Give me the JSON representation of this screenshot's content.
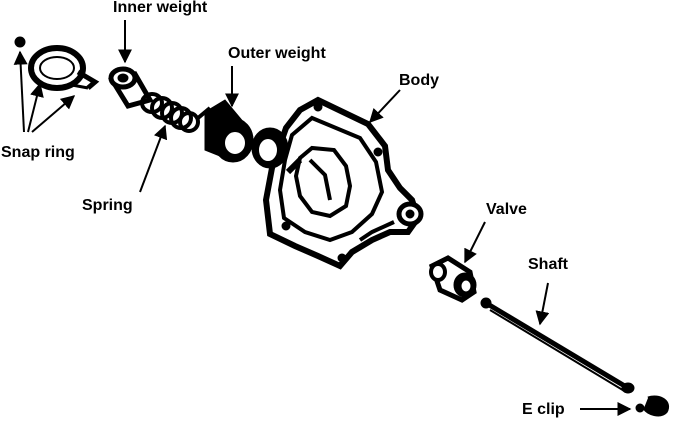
{
  "labels": {
    "inner_weight": "Inner weight",
    "outer_weight": "Outer weight",
    "body": "Body",
    "snap_ring": "Snap ring",
    "spring": "Spring",
    "valve": "Valve",
    "shaft": "Shaft",
    "e_clip": "E clip"
  },
  "colors": {
    "ink": "#000000",
    "paper": "#ffffff"
  }
}
